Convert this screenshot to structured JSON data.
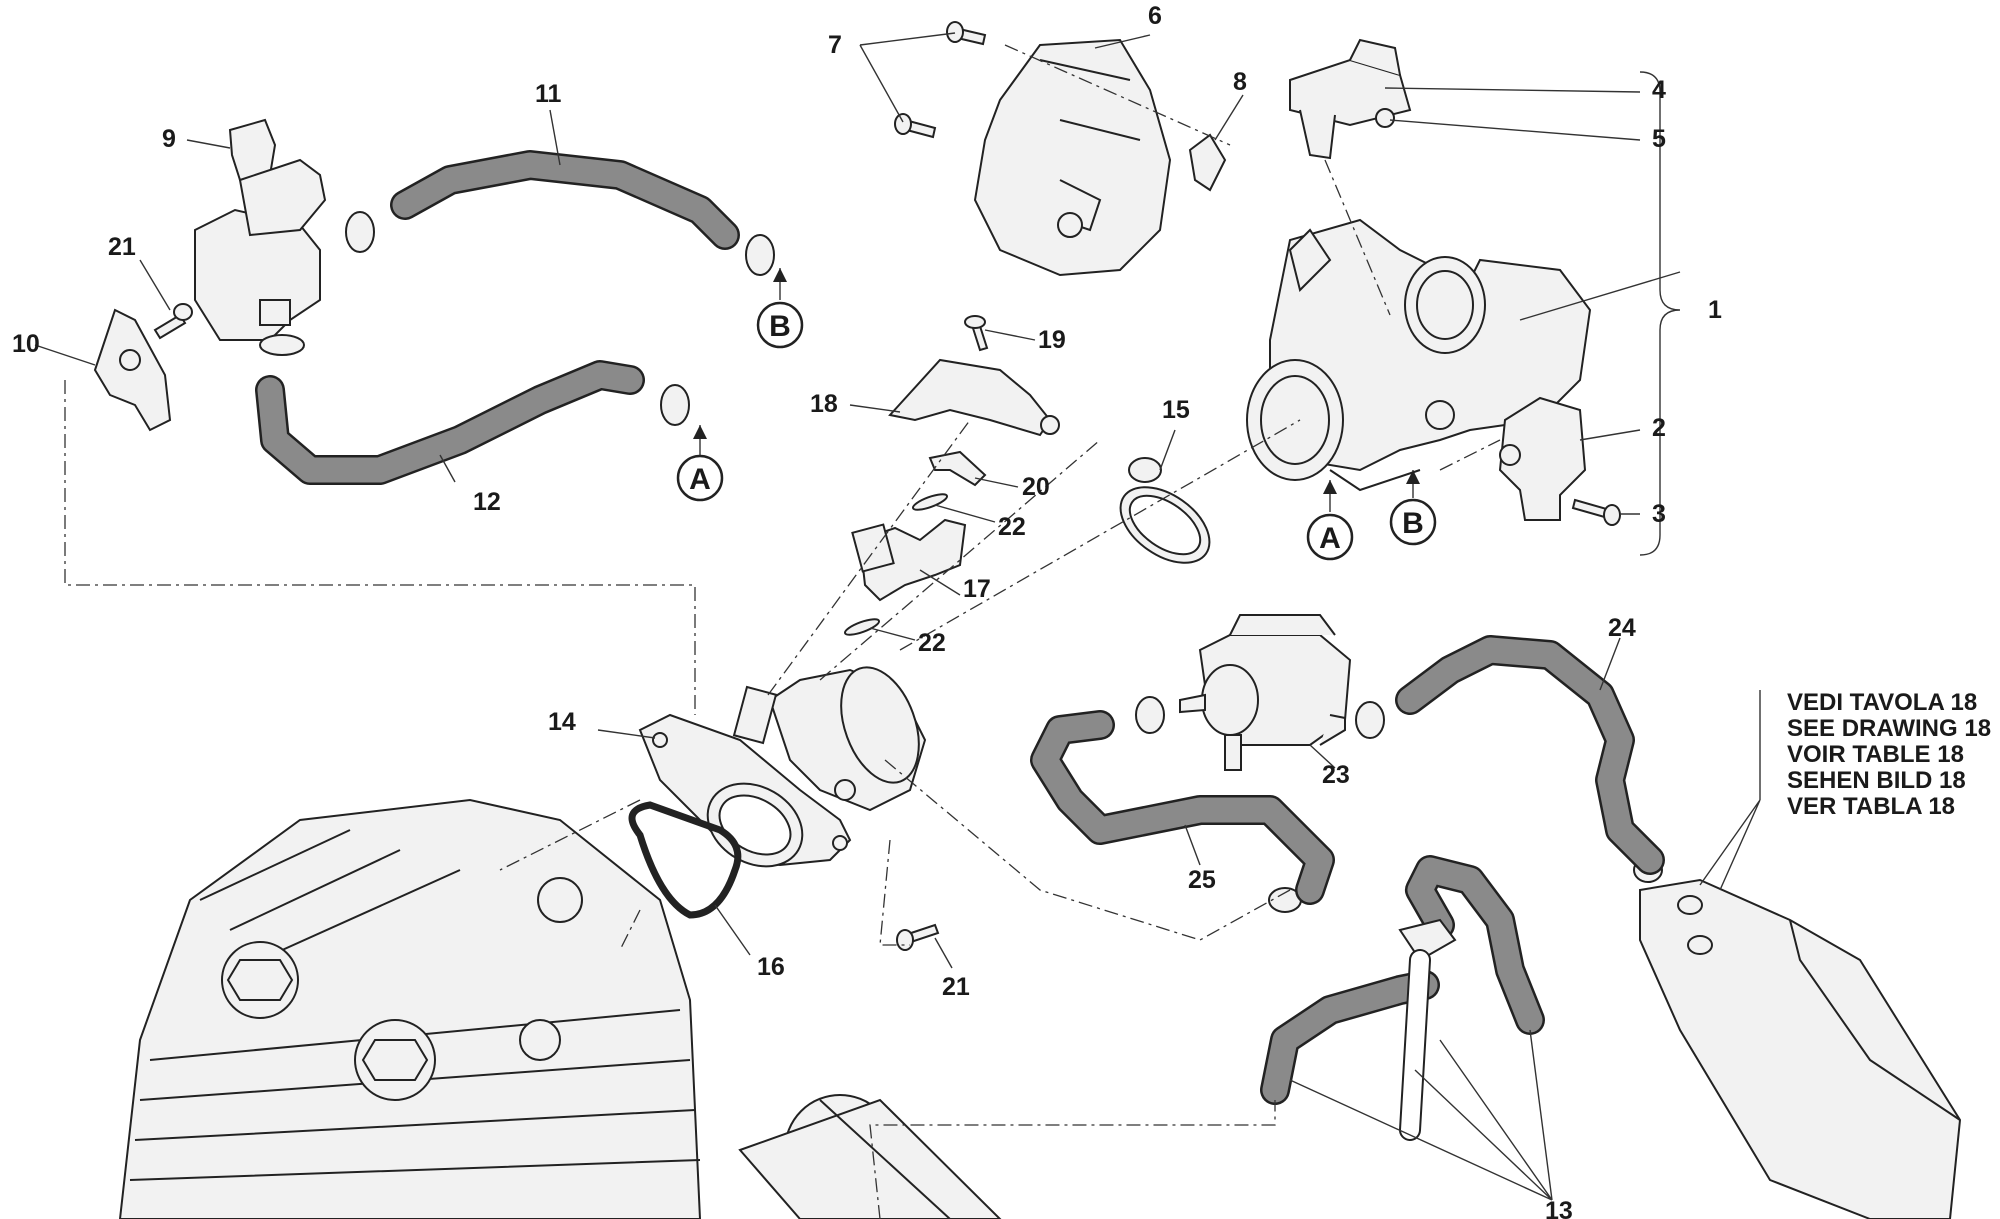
{
  "callouts": {
    "n1": "1",
    "n2": "2",
    "n3": "3",
    "n4": "4",
    "n5": "5",
    "n6": "6",
    "n7": "7",
    "n8": "8",
    "n9": "9",
    "n10": "10",
    "n11": "11",
    "n12": "12",
    "n13": "13",
    "n14": "14",
    "n15": "15",
    "n16": "16",
    "n17": "17",
    "n18": "18",
    "n19": "19",
    "n20": "20",
    "n21": "21",
    "n22": "22",
    "n23": "23",
    "n24": "24",
    "n25": "25"
  },
  "connection_markers": {
    "a": "A",
    "b": "B"
  },
  "reference_note": [
    "VEDI TAVOLA 18",
    "SEE DRAWING 18",
    "VOIR TABLE 18",
    "SEHEN BILD 18",
    "VER TABLA 18"
  ],
  "colors": {
    "line": "#222222",
    "hose": "#8a8a8a",
    "part": "#f2f2f2",
    "background": "#ffffff"
  }
}
